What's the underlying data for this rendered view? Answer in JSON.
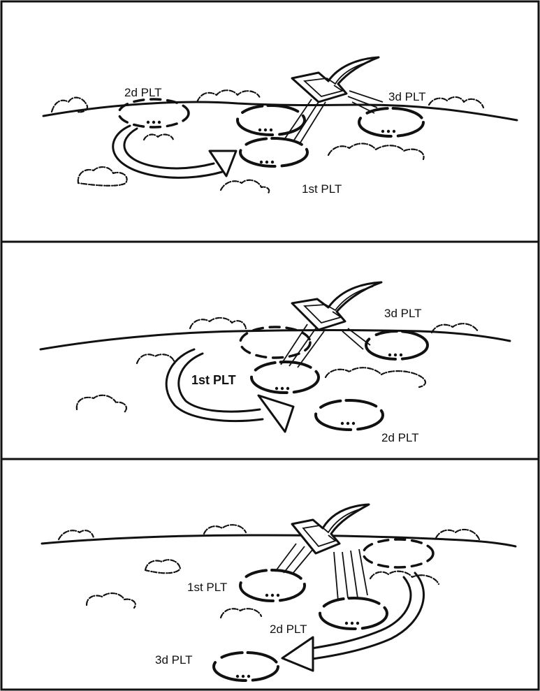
{
  "panels": [
    {
      "labels": {
        "second_platoon": "2d PLT",
        "third_platoon": "3d PLT",
        "first_platoon": "1st PLT"
      }
    },
    {
      "labels": {
        "third_platoon": "3d PLT",
        "first_platoon": "1st PLT",
        "second_platoon": "2d PLT"
      }
    },
    {
      "labels": {
        "first_platoon": "1st PLT",
        "second_platoon": "2d PLT",
        "third_platoon": "3d PLT"
      }
    }
  ],
  "colors": {
    "ink": "#111111",
    "background": "#ffffff"
  },
  "icons": [
    "enemy-attack-arrow-icon",
    "movement-arrow-icon",
    "vegetation-icon",
    "platoon-position-icon"
  ]
}
